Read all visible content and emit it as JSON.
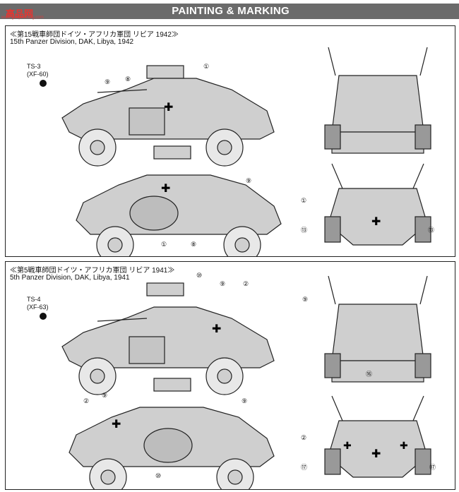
{
  "header": {
    "title": "PAINTING & MARKING",
    "logo_text": "高品网",
    "logo_sub": "www.gaopinwang.com"
  },
  "panels": [
    {
      "title_jp": "≪第15戦車師団ドイツ・アフリカ軍団 リビア 1942≫",
      "title_en": "15th Panzer Division, DAK, Libya, 1942",
      "paint_code": "TS-3",
      "paint_ref": "(XF-60)",
      "callouts": [
        "①",
        "⑧",
        "⑨",
        "⑬"
      ]
    },
    {
      "title_jp": "≪第5戦車師団ドイツ・アフリカ軍団 リビア 1941≫",
      "title_en": "5th Panzer Division, DAK, Libya, 1941",
      "paint_code": "TS-4",
      "paint_ref": "(XF-63)",
      "callouts": [
        "②",
        "⑨",
        "⑩",
        "⑯",
        "⑰"
      ]
    }
  ],
  "colors": {
    "header_bg": "#6b6b6b",
    "line": "#222222",
    "vehicle_fill": "#cfcfcf",
    "logo": "#e8342f"
  }
}
